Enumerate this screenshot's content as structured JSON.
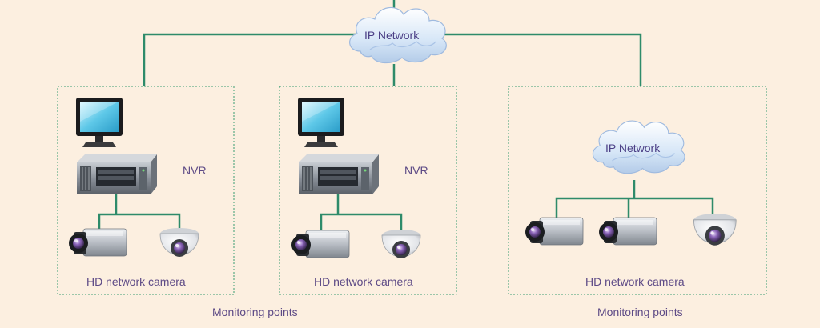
{
  "colors": {
    "background": "#fcefe0",
    "connector": "#2e8b6a",
    "group_border": "#3a9e72",
    "label": "#5d4a86"
  },
  "clouds": {
    "main": {
      "label": "IP Network",
      "icon": "cloud-icon"
    },
    "site3": {
      "label": "IP Network",
      "icon": "cloud-icon"
    }
  },
  "sites": [
    {
      "nvr_label": "NVR",
      "camera_label": "HD network camera",
      "devices": [
        "monitor-icon",
        "nvr-icon",
        "box-camera-icon",
        "dome-camera-icon"
      ]
    },
    {
      "nvr_label": "NVR",
      "camera_label": "HD network camera",
      "devices": [
        "monitor-icon",
        "nvr-icon",
        "box-camera-icon",
        "dome-camera-icon"
      ]
    },
    {
      "camera_label": "HD network camera",
      "devices": [
        "cloud-icon",
        "box-camera-icon",
        "box-camera-icon",
        "dome-camera-icon"
      ]
    }
  ],
  "captions": {
    "left": "Monitoring points",
    "right": "Monitoring points"
  }
}
